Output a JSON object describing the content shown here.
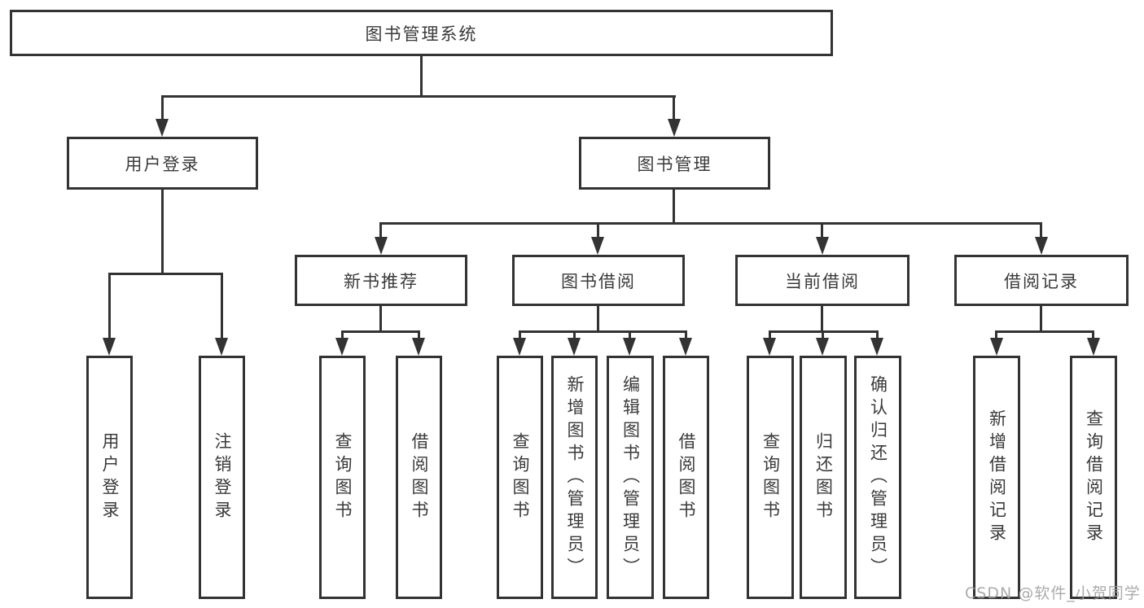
{
  "tree": {
    "label": "图书管理系统",
    "children": [
      {
        "label": "用户登录",
        "children": [
          {
            "label": "用户登录"
          },
          {
            "label": "注销登录"
          }
        ]
      },
      {
        "label": "图书管理",
        "children": [
          {
            "label": "新书推荐",
            "children": [
              {
                "label": "查询图书"
              },
              {
                "label": "借阅图书"
              }
            ]
          },
          {
            "label": "图书借阅",
            "children": [
              {
                "label": "查询图书"
              },
              {
                "label": "新增图书（管理员）"
              },
              {
                "label": "编辑图书（管理员）"
              },
              {
                "label": "借阅图书"
              }
            ]
          },
          {
            "label": "当前借阅",
            "children": [
              {
                "label": "查询图书"
              },
              {
                "label": "归还图书"
              },
              {
                "label": "确认归还（管理员）"
              }
            ]
          },
          {
            "label": "借阅记录",
            "children": [
              {
                "label": "新增借阅记录"
              },
              {
                "label": "查询借阅记录"
              }
            ]
          }
        ]
      }
    ]
  },
  "watermark": "CSDN @软件_小贺同学",
  "colors": {
    "line": "#333333",
    "text": "#3a3a3a",
    "box_background": "#ffffff",
    "watermark": "#a0a0a0",
    "background": "#ffffff"
  }
}
